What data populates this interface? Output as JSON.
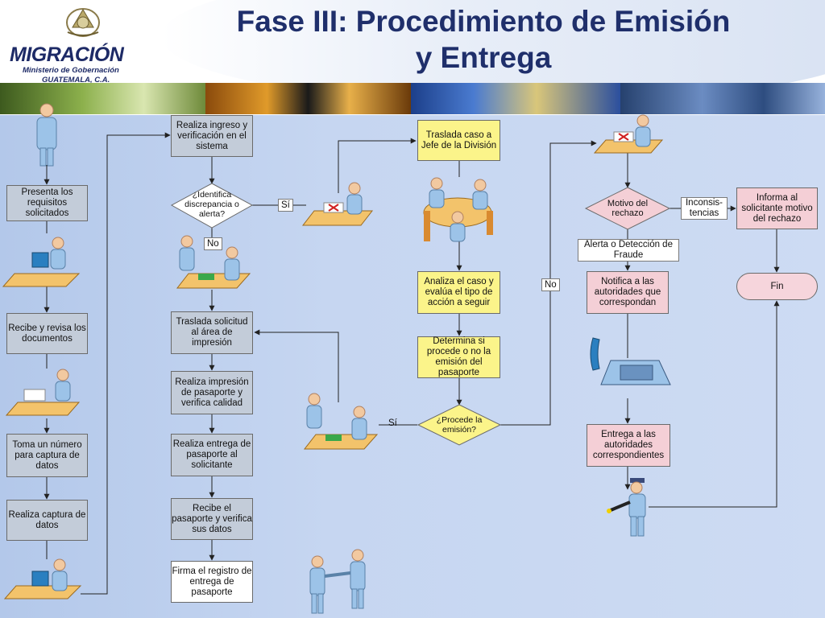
{
  "header": {
    "title_line1": "Fase III: Procedimiento de Emisión",
    "title_line2": "y Entrega",
    "logo_name": "MIGRACIÓN",
    "logo_ministry": "Ministerio de Gobernación",
    "logo_location": "GUATEMALA, C.A."
  },
  "flow": {
    "presenta": "Presenta los requisitos solicitados",
    "recibe_revisa": "Recibe y revisa los documentos",
    "toma_numero": "Toma un número para captura de datos",
    "realiza_captura": "Realiza captura de datos",
    "ingreso": "Realiza ingreso y verificación en el sistema",
    "identifica": "¿Identifica discrepancia o alerta?",
    "si_1": "Sí",
    "no_1": "No",
    "traslada_impresion": "Traslada solicitud al área de impresión",
    "impresion": "Realiza impresión de pasaporte y verifica calidad",
    "entrega_pasaporte": "Realiza entrega de pasaporte al solicitante",
    "recibe_pasaporte": "Recibe el pasaporte y verifica sus datos",
    "firma": "Firma el registro de entrega de pasaporte",
    "traslada_jefe": "Traslada caso a Jefe de la División",
    "analiza": "Analiza el caso y evalúa el tipo de acción a seguir",
    "determina": "Determina si procede o no la emisión del pasaporte",
    "procede": "¿Procede la emisión?",
    "si_2": "Sí",
    "no_2": "No",
    "motivo": "Motivo del rechazo",
    "inconsistencias": "Inconsis-tencias",
    "alerta_fraude": "Alerta o Detección de Fraude",
    "informa": "Informa al solicitante motivo del rechazo",
    "fin": "Fin",
    "notifica": "Notifica a las autoridades que correspondan",
    "entrega_autoridades": "Entrega a las autoridades correspondientes"
  },
  "colors": {
    "title": "#1f2f6b",
    "process_gray": "#c3ccd9",
    "process_yellow": "#fbf48a",
    "process_pink": "#f4cfd6",
    "background": "#c6d6f1"
  }
}
